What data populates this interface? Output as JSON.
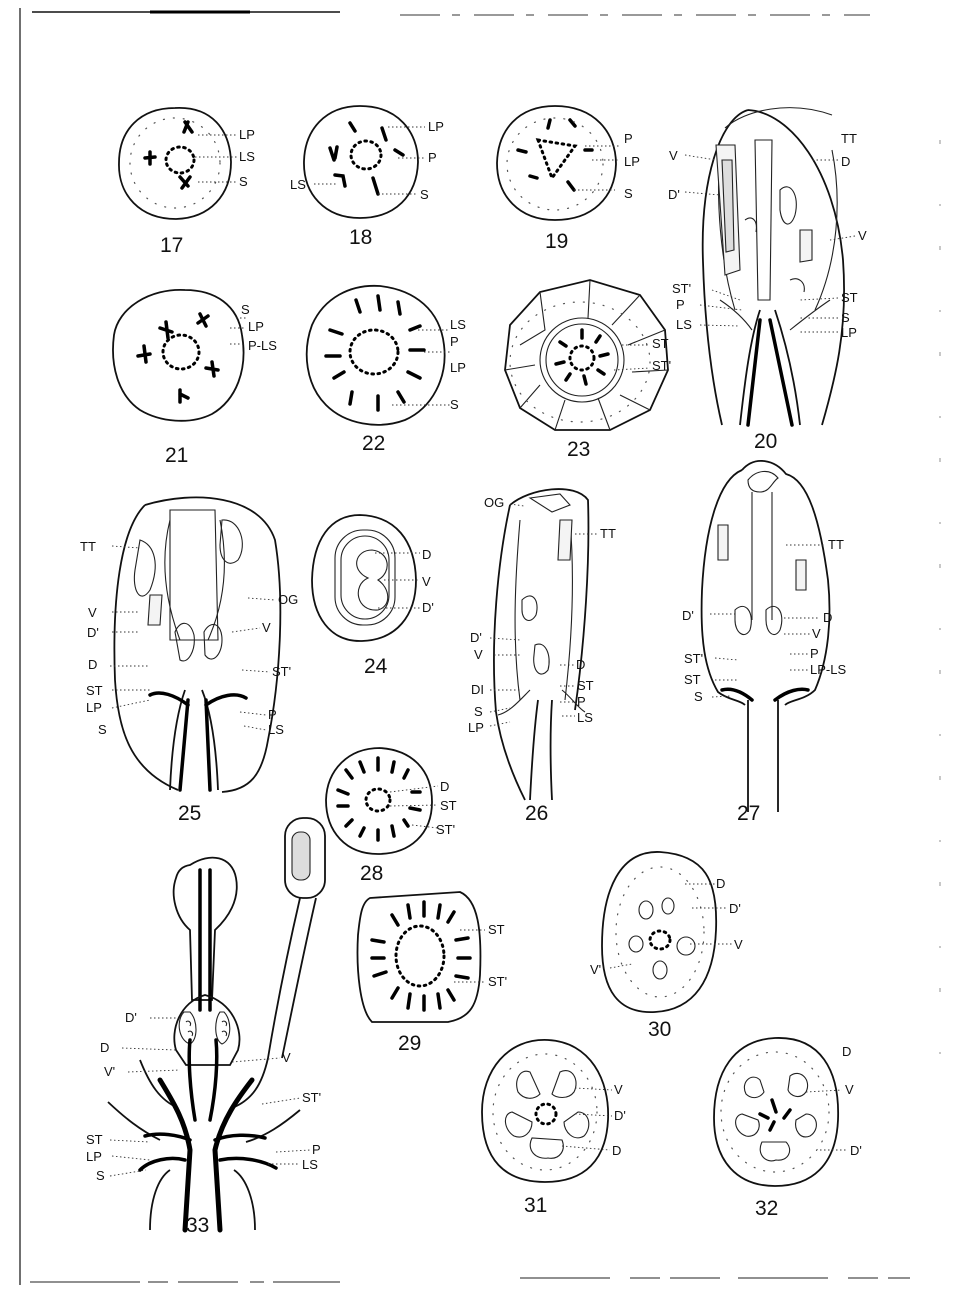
{
  "plate": {
    "figures": [
      {
        "number": "17",
        "labels": [
          "LP",
          "LS",
          "S"
        ]
      },
      {
        "number": "18",
        "labels": [
          "LP",
          "P",
          "LS",
          "S"
        ]
      },
      {
        "number": "19",
        "labels": [
          "P",
          "LP",
          "S"
        ]
      },
      {
        "number": "20",
        "labels": [
          "TT",
          "V",
          "D",
          "D'",
          "V",
          "ST'",
          "P",
          "LS",
          "ST",
          "S",
          "LP"
        ]
      },
      {
        "number": "21",
        "labels": [
          "S",
          "LP",
          "P-LS"
        ]
      },
      {
        "number": "22",
        "labels": [
          "LS",
          "P",
          "LP",
          "S"
        ]
      },
      {
        "number": "23",
        "labels": [
          "ST",
          "ST'"
        ]
      },
      {
        "number": "24",
        "labels": [
          "D",
          "V",
          "D'"
        ]
      },
      {
        "number": "25",
        "labels": [
          "TT",
          "OG",
          "V",
          "D'",
          "V",
          "D",
          "ST'",
          "ST",
          "LP",
          "P",
          "S",
          "LS"
        ]
      },
      {
        "number": "26",
        "labels": [
          "OG",
          "TT",
          "D'",
          "V",
          "D",
          "DI",
          "ST",
          "S",
          "P",
          "LP",
          "LS"
        ]
      },
      {
        "number": "27",
        "labels": [
          "TT",
          "D'",
          "D",
          "V",
          "ST'",
          "P",
          "ST",
          "LP-LS",
          "S"
        ]
      },
      {
        "number": "28",
        "labels": [
          "D",
          "ST",
          "ST'"
        ]
      },
      {
        "number": "29",
        "labels": [
          "ST",
          "ST'"
        ]
      },
      {
        "number": "30",
        "labels": [
          "D",
          "D'",
          "V",
          "V'"
        ]
      },
      {
        "number": "31",
        "labels": [
          "V",
          "D'",
          "D"
        ]
      },
      {
        "number": "32",
        "labels": [
          "D",
          "V",
          "D'"
        ]
      },
      {
        "number": "33",
        "labels": [
          "D'",
          "D",
          "V",
          "V'",
          "ST'",
          "ST",
          "LP",
          "P",
          "S",
          "LS"
        ]
      }
    ]
  }
}
